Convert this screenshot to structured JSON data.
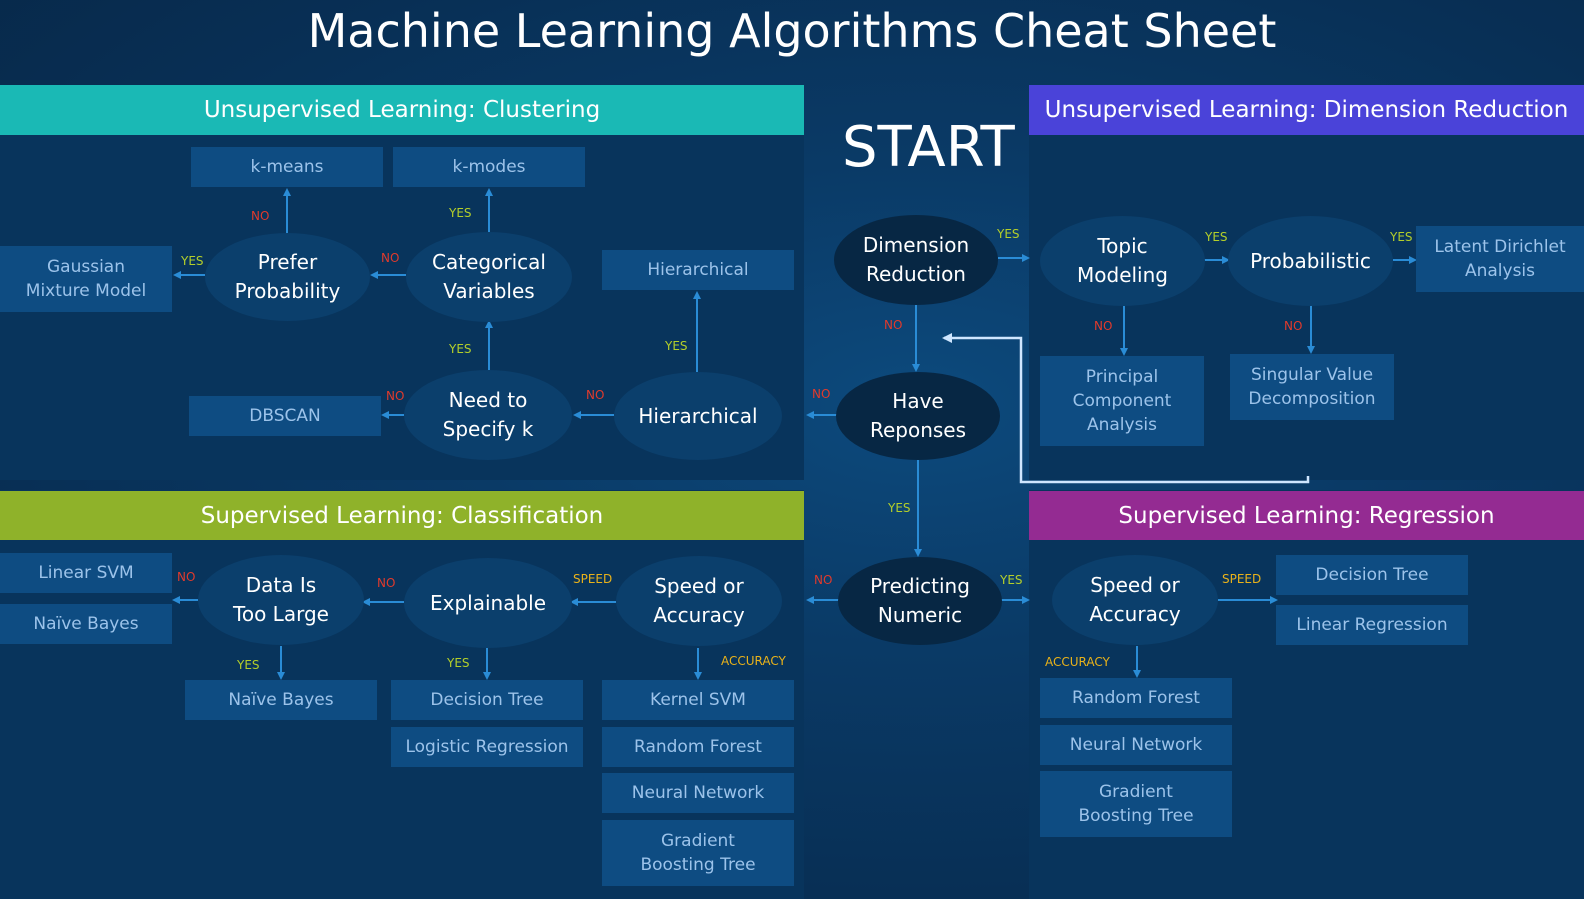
{
  "title": "Machine Learning Algorithms Cheat Sheet",
  "start": "START",
  "colors": {
    "clustering": "#1ab9b5",
    "dimension": "#4a43d9",
    "classification": "#8fb22a",
    "regression": "#942b92",
    "box": "#0e4c82",
    "node": "#0b3f6c",
    "line": "#2a8cd6"
  },
  "sections": {
    "clustering": "Unsupervised Learning: Clustering",
    "dimension": "Unsupervised Learning: Dimension Reduction",
    "classification": "Supervised Learning: Classification",
    "regression": "Supervised Learning: Regression"
  },
  "center": {
    "dimension_reduction": "Dimension\nReduction",
    "have_responses": "Have\nReponses",
    "predicting_numeric": "Predicting\nNumeric"
  },
  "clustering": {
    "kmeans": "k-means",
    "kmodes": "k-modes",
    "gmm": "Gaussian\nMixture Model",
    "prefer_probability": "Prefer\nProbability",
    "categorical_variables": "Categorical\nVariables",
    "hierarchical_box": "Hierarchical",
    "dbscan": "DBSCAN",
    "need_specify_k": "Need to\nSpecify k",
    "hierarchical_node": "Hierarchical"
  },
  "dimension": {
    "topic_modeling": "Topic\nModeling",
    "probabilistic": "Probabilistic",
    "lda": "Latent Dirichlet\nAnalysis",
    "pca": "Principal\nComponent\nAnalysis",
    "svd": "Singular Value\nDecomposition"
  },
  "classification": {
    "linear_svm": "Linear SVM",
    "naive_bayes_1": "Naïve Bayes",
    "data_too_large": "Data Is\nToo Large",
    "explainable": "Explainable",
    "speed_accuracy": "Speed or\nAccuracy",
    "naive_bayes_2": "Naïve Bayes",
    "decision_tree": "Decision Tree",
    "logistic_regression": "Logistic Regression",
    "kernel_svm": "Kernel SVM",
    "random_forest": "Random Forest",
    "neural_network": "Neural Network",
    "gbt": "Gradient\nBoosting Tree"
  },
  "regression": {
    "speed_accuracy": "Speed or\nAccuracy",
    "decision_tree": "Decision Tree",
    "linear_regression": "Linear Regression",
    "random_forest": "Random Forest",
    "neural_network": "Neural Network",
    "gbt": "Gradient\nBoosting Tree"
  },
  "edge_labels": {
    "yes": "YES",
    "no": "NO",
    "speed": "SPEED",
    "accuracy": "ACCURACY"
  }
}
